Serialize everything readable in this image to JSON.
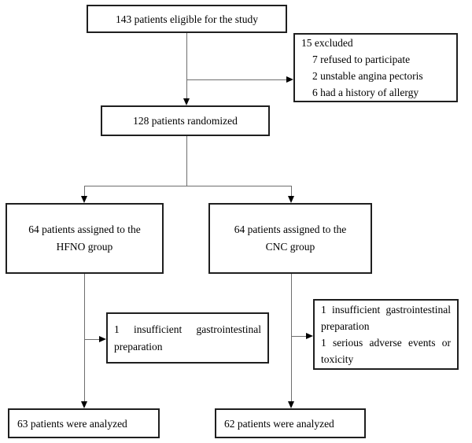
{
  "colors": {
    "background": "#ffffff",
    "box_border": "#1f1f1f",
    "connector_line": "#6e6e6e",
    "arrowhead": "#000000",
    "text": "#000000"
  },
  "flowchart": {
    "eligible": {
      "label": "143 patients eligible for the study"
    },
    "excluded": {
      "header": "15 excluded",
      "items": [
        "7 refused to participate",
        "2 unstable angina pectoris",
        "6 had a history of allergy"
      ]
    },
    "randomized": {
      "label": "128 patients randomized"
    },
    "hfno_group": {
      "line1": "64 patients assigned to the",
      "line2": "HFNO group"
    },
    "cnc_group": {
      "line1": "64 patients assigned to the",
      "line2": "CNC group"
    },
    "hfno_dropout": {
      "items": [
        "1 insufficient gastrointestinal preparation"
      ]
    },
    "cnc_dropout": {
      "items": [
        "1 insufficient gastrointestinal preparation",
        "1 serious adverse events or toxicity"
      ]
    },
    "hfno_analyzed": {
      "label": "63 patients were analyzed"
    },
    "cnc_analyzed": {
      "label": "62 patients were analyzed"
    }
  }
}
